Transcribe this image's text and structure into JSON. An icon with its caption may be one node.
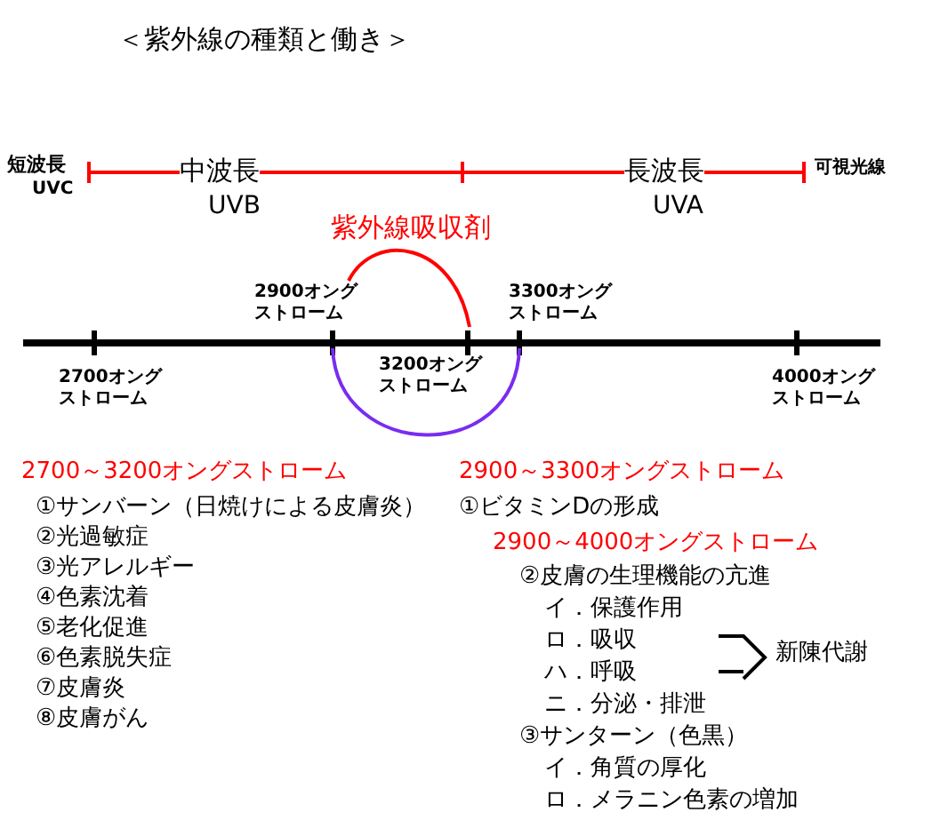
{
  "diagram": {
    "title": "＜紫外線の種類と働き＞",
    "labels": [
      "短波長",
      "UVC",
      "中波長",
      "UVB",
      "長波長",
      "UVA",
      "可視光線",
      "紫外線吸収剤",
      "2900オングストローム",
      "3300オングストローム",
      "2700オングストローム",
      "3200オングストローム",
      "4000オングストローム",
      "2700～3200オングストローム",
      "2900～3300オングストローム",
      "①サンバーン（日焼けによる皮膚炎）",
      "②光過敏症",
      "③光アレルギー",
      "④色素沈着",
      "⑤老化促進",
      "⑥色素脱失症",
      "⑦皮膚炎",
      "⑧皮膚がん",
      "①ビタミンDの形成",
      "2900～4000オングストローム",
      "②皮膚の生理機能の亢進",
      "イ．保護作用",
      "ロ．吸収",
      "ハ．呼吸",
      "新陳代謝",
      "ニ．分泌・排泄",
      "③サンターン（色黒）",
      "イ．角質の厚化",
      "ロ．メラニン色素の増加"
    ]
  }
}
